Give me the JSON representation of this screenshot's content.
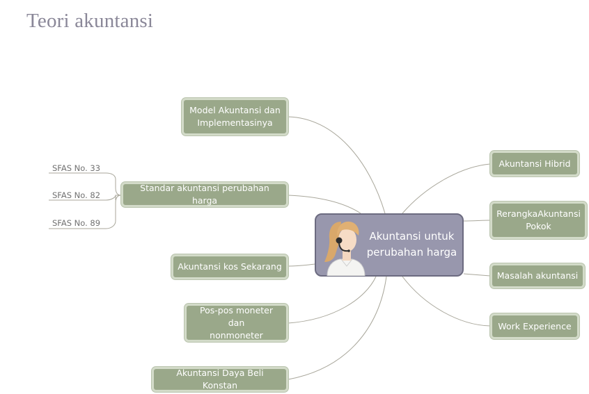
{
  "title": "Teori akuntansi",
  "center": {
    "label": "Akuntansi untuk\nperubahan harga",
    "icon": "operator-avatar-icon"
  },
  "left_branches": [
    {
      "label": "Model Akuntansi dan\nImplementasinya"
    },
    {
      "label": "Standar akuntansi perubahan harga"
    },
    {
      "label": "Akuntansi kos Sekarang"
    },
    {
      "label": "Pos-pos moneter dan\nnonmoneter"
    },
    {
      "label": "Akuntansi Daya Beli Konstan"
    }
  ],
  "right_branches": [
    {
      "label": "Akuntansi Hibrid"
    },
    {
      "label": "RerangkaAkuntansi\nPokok"
    },
    {
      "label": "Masalah akuntansi"
    },
    {
      "label": "Work Experience"
    }
  ],
  "sub_branches": [
    {
      "label": "SFAS No. 33"
    },
    {
      "label": "SFAS No. 82"
    },
    {
      "label": "SFAS No. 89"
    }
  ],
  "colors": {
    "node_fill": "#9aa88a",
    "node_border": "#d3dbc9",
    "center_fill": "#9897ad",
    "center_border": "#6c6b80",
    "connector": "#a8a69a",
    "title": "#8a8798"
  }
}
